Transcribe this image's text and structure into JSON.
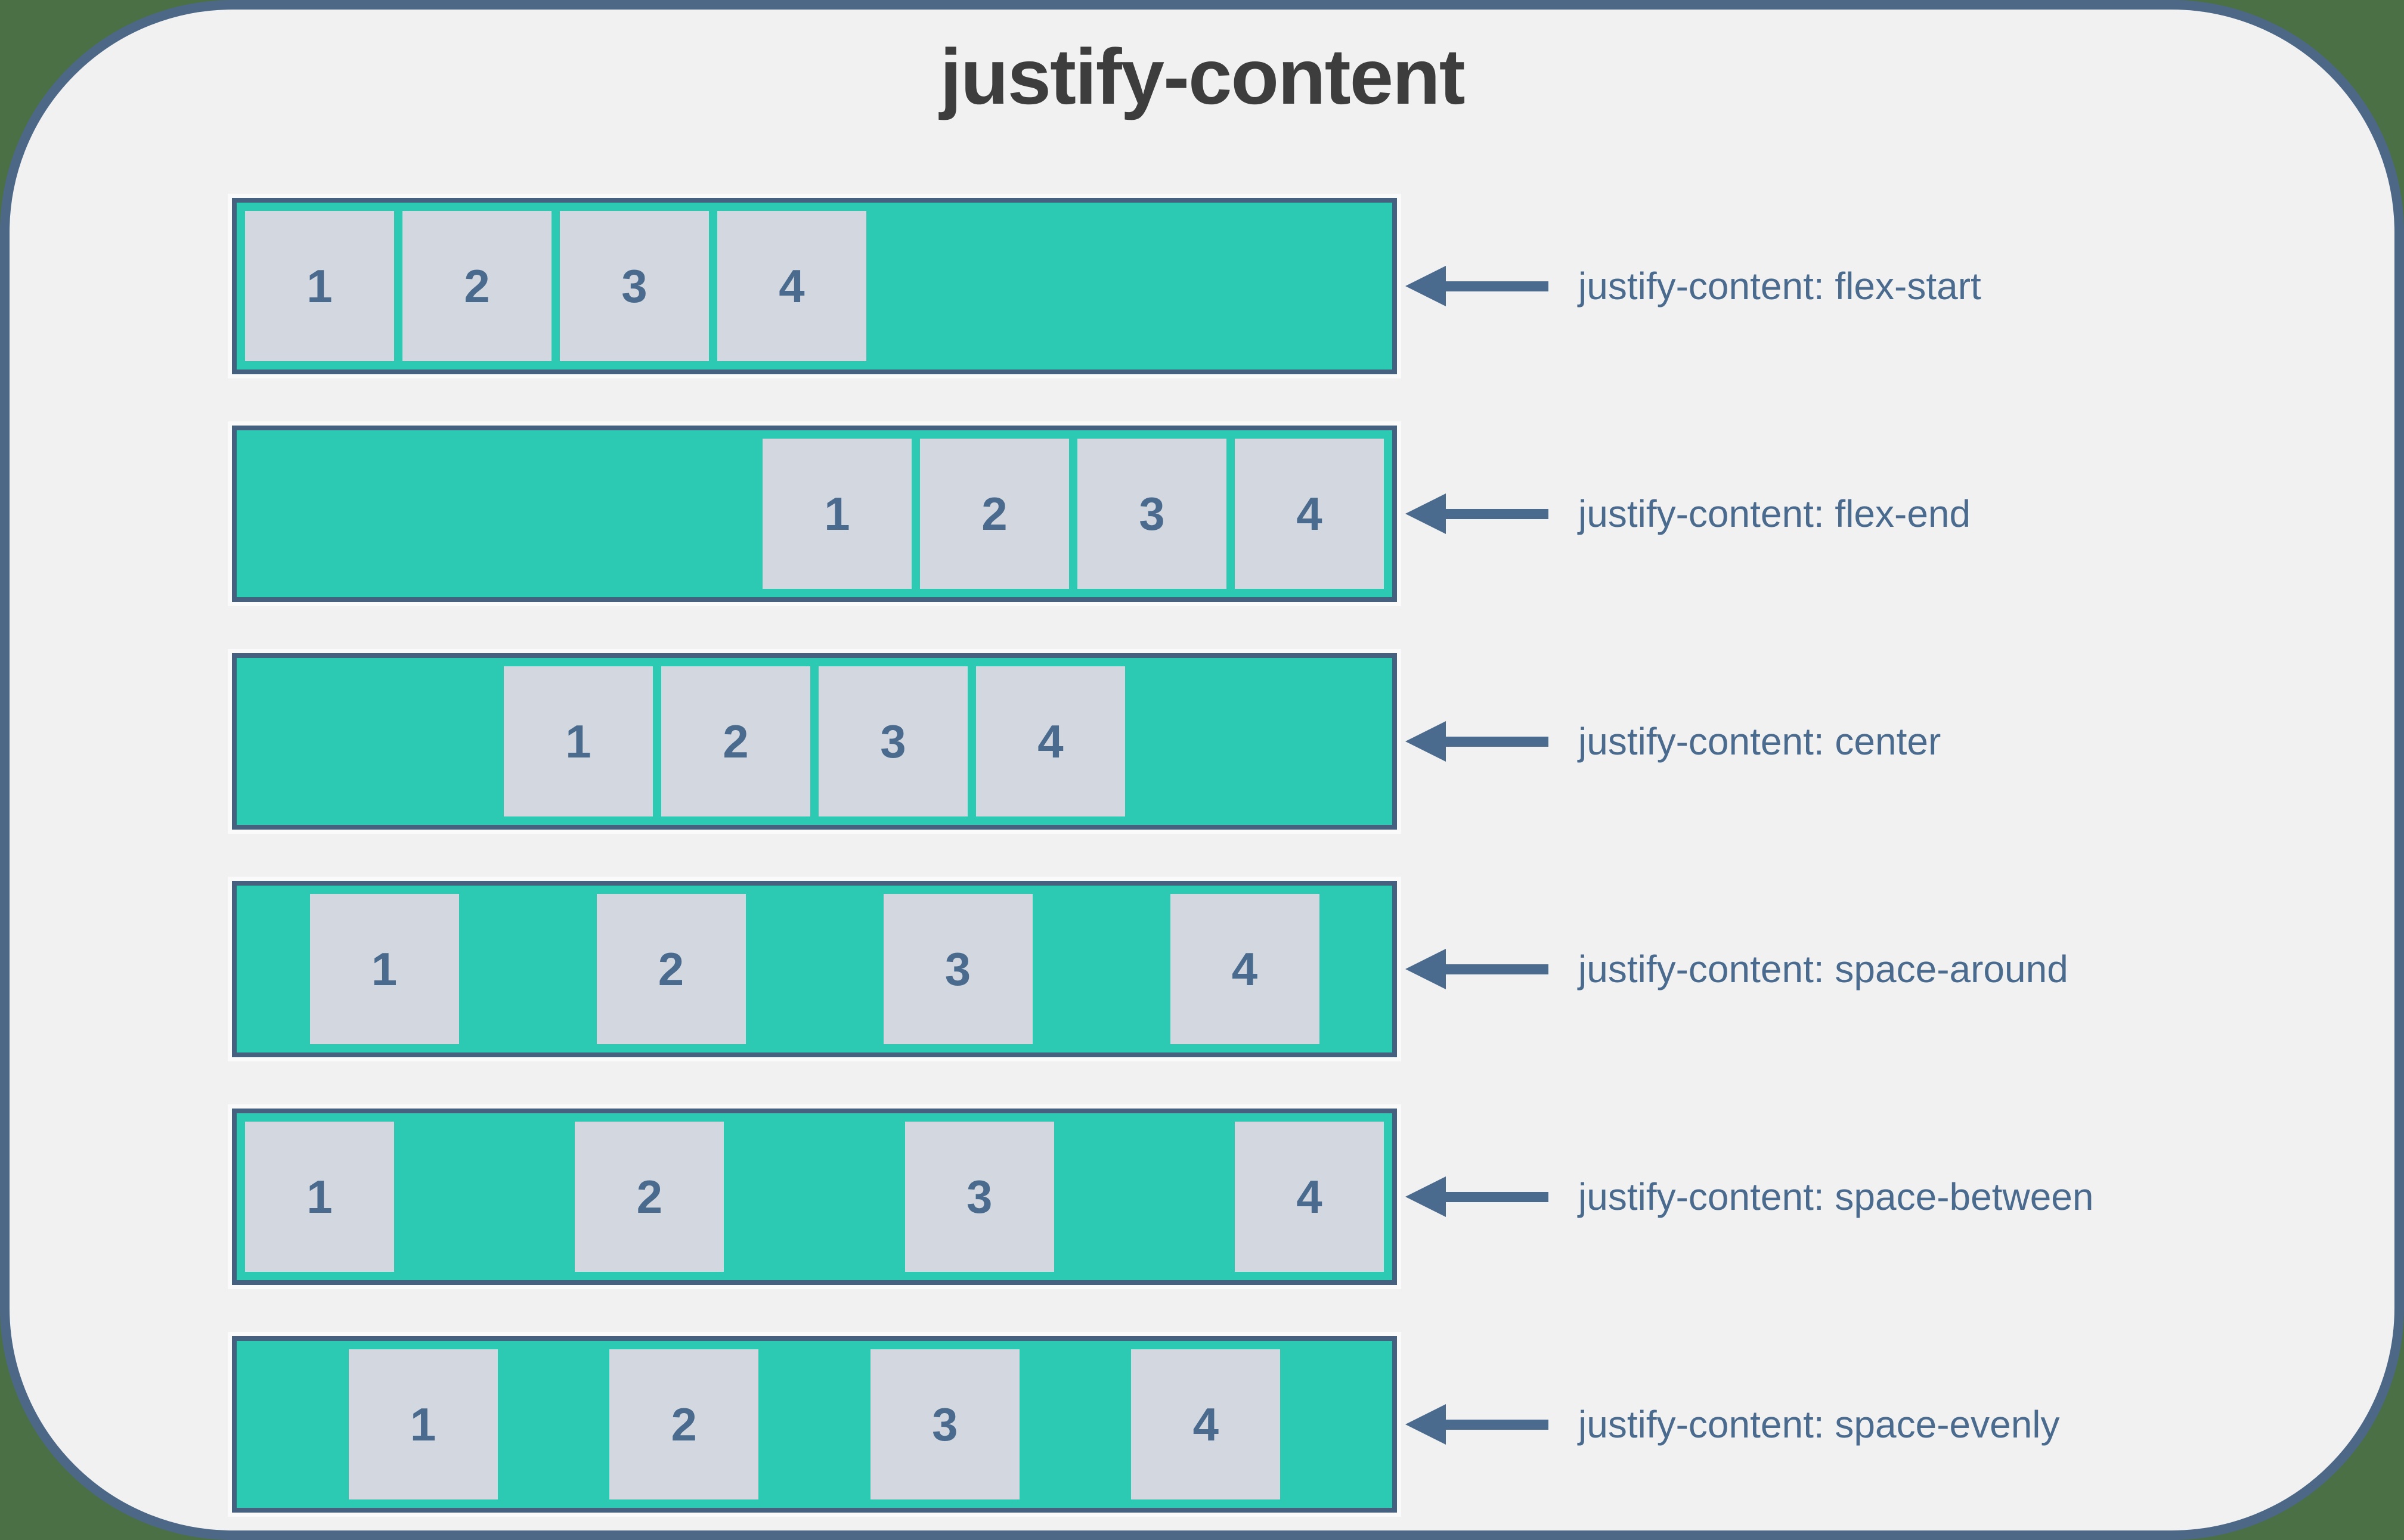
{
  "title": "justify-content",
  "rows": [
    {
      "justify": "flex-start",
      "label": "justify-content: flex-start",
      "items": [
        "1",
        "2",
        "3",
        "4"
      ]
    },
    {
      "justify": "flex-end",
      "label": "justify-content: flex-end",
      "items": [
        "1",
        "2",
        "3",
        "4"
      ]
    },
    {
      "justify": "center",
      "label": "justify-content: center",
      "items": [
        "1",
        "2",
        "3",
        "4"
      ]
    },
    {
      "justify": "space-around",
      "label": "justify-content: space-around",
      "items": [
        "1",
        "2",
        "3",
        "4"
      ]
    },
    {
      "justify": "space-between",
      "label": "justify-content: space-between",
      "items": [
        "1",
        "2",
        "3",
        "4"
      ]
    },
    {
      "justify": "space-evenly",
      "label": "justify-content: space-evenly",
      "items": [
        "1",
        "2",
        "3",
        "4"
      ]
    }
  ],
  "colors": {
    "page_bg": "#4b7046",
    "card_bg": "#f1f1f2",
    "card_border": "#4c6886",
    "container_border": "#45617f",
    "teal": "#2dcab3",
    "box_gray": "#d3d8e0",
    "slate": "#4a6b8d",
    "title_color": "#3d3d3d"
  }
}
